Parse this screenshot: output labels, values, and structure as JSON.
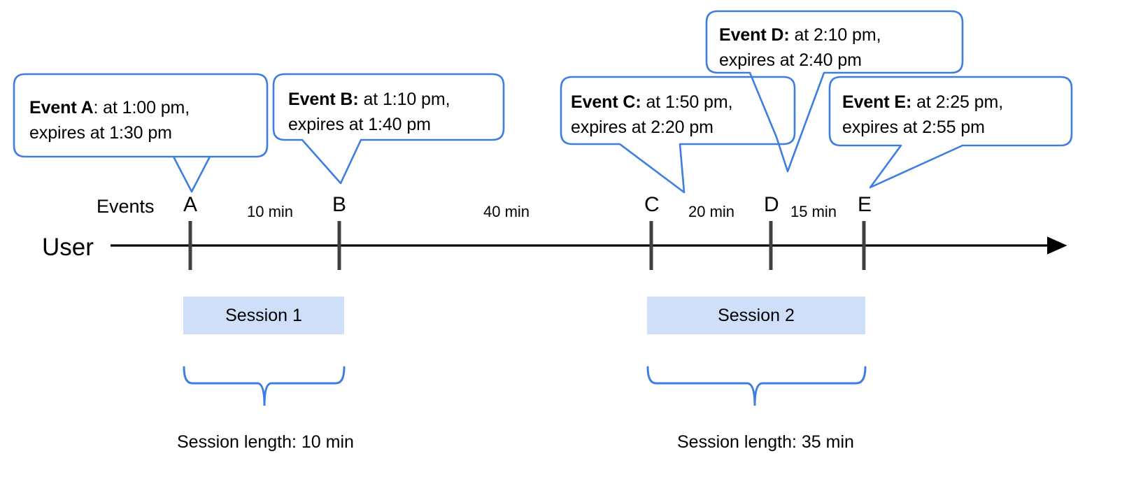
{
  "diagram": {
    "title": "User session timeline with events",
    "accent_color": "#3d7ee0",
    "session_fill_color": "#cfdffa",
    "axis_color": "#000000",
    "tick_color": "#404040",
    "text_color": "#000000"
  },
  "axis": {
    "row_label": "User",
    "events_label": "Events"
  },
  "callouts": [
    {
      "id": "A",
      "name_bold": "Event A",
      "separator": ":",
      "line1_rest": " at 1:00 pm,",
      "line2": "expires at 1:30 pm",
      "event_time": "1:00 pm",
      "expires_time": "1:30 pm"
    },
    {
      "id": "B",
      "name_bold": "Event B:",
      "separator": "",
      "line1_rest": " at 1:10 pm,",
      "line2": "expires at 1:40 pm",
      "event_time": "1:10 pm",
      "expires_time": "1:40 pm"
    },
    {
      "id": "C",
      "name_bold": "Event C:",
      "separator": "",
      "line1_rest": " at 1:50 pm,",
      "line2": "expires at 2:20 pm",
      "event_time": "1:50 pm",
      "expires_time": "2:20 pm"
    },
    {
      "id": "D",
      "name_bold": "Event D:",
      "separator": "",
      "line1_rest": " at 2:10 pm,",
      "line2": "expires at 2:40 pm",
      "event_time": "2:10 pm",
      "expires_time": "2:40 pm"
    },
    {
      "id": "E",
      "name_bold": "Event E:",
      "separator": "",
      "line1_rest": " at 2:25 pm,",
      "line2": "expires at 2:55 pm",
      "event_time": "2:25 pm",
      "expires_time": "2:55 pm"
    }
  ],
  "ticks": [
    {
      "label": "A"
    },
    {
      "label": "B"
    },
    {
      "label": "C"
    },
    {
      "label": "D"
    },
    {
      "label": "E"
    }
  ],
  "gaps": [
    {
      "label": "10 min",
      "from": "A",
      "to": "B"
    },
    {
      "label": "40 min",
      "from": "B",
      "to": "C"
    },
    {
      "label": "20 min",
      "from": "C",
      "to": "D"
    },
    {
      "label": "15 min",
      "from": "D",
      "to": "E"
    }
  ],
  "sessions": [
    {
      "label": "Session 1",
      "length_label": "Session length: 10 min",
      "length_minutes": 10
    },
    {
      "label": "Session 2",
      "length_label": "Session length: 35 min",
      "length_minutes": 35
    }
  ]
}
